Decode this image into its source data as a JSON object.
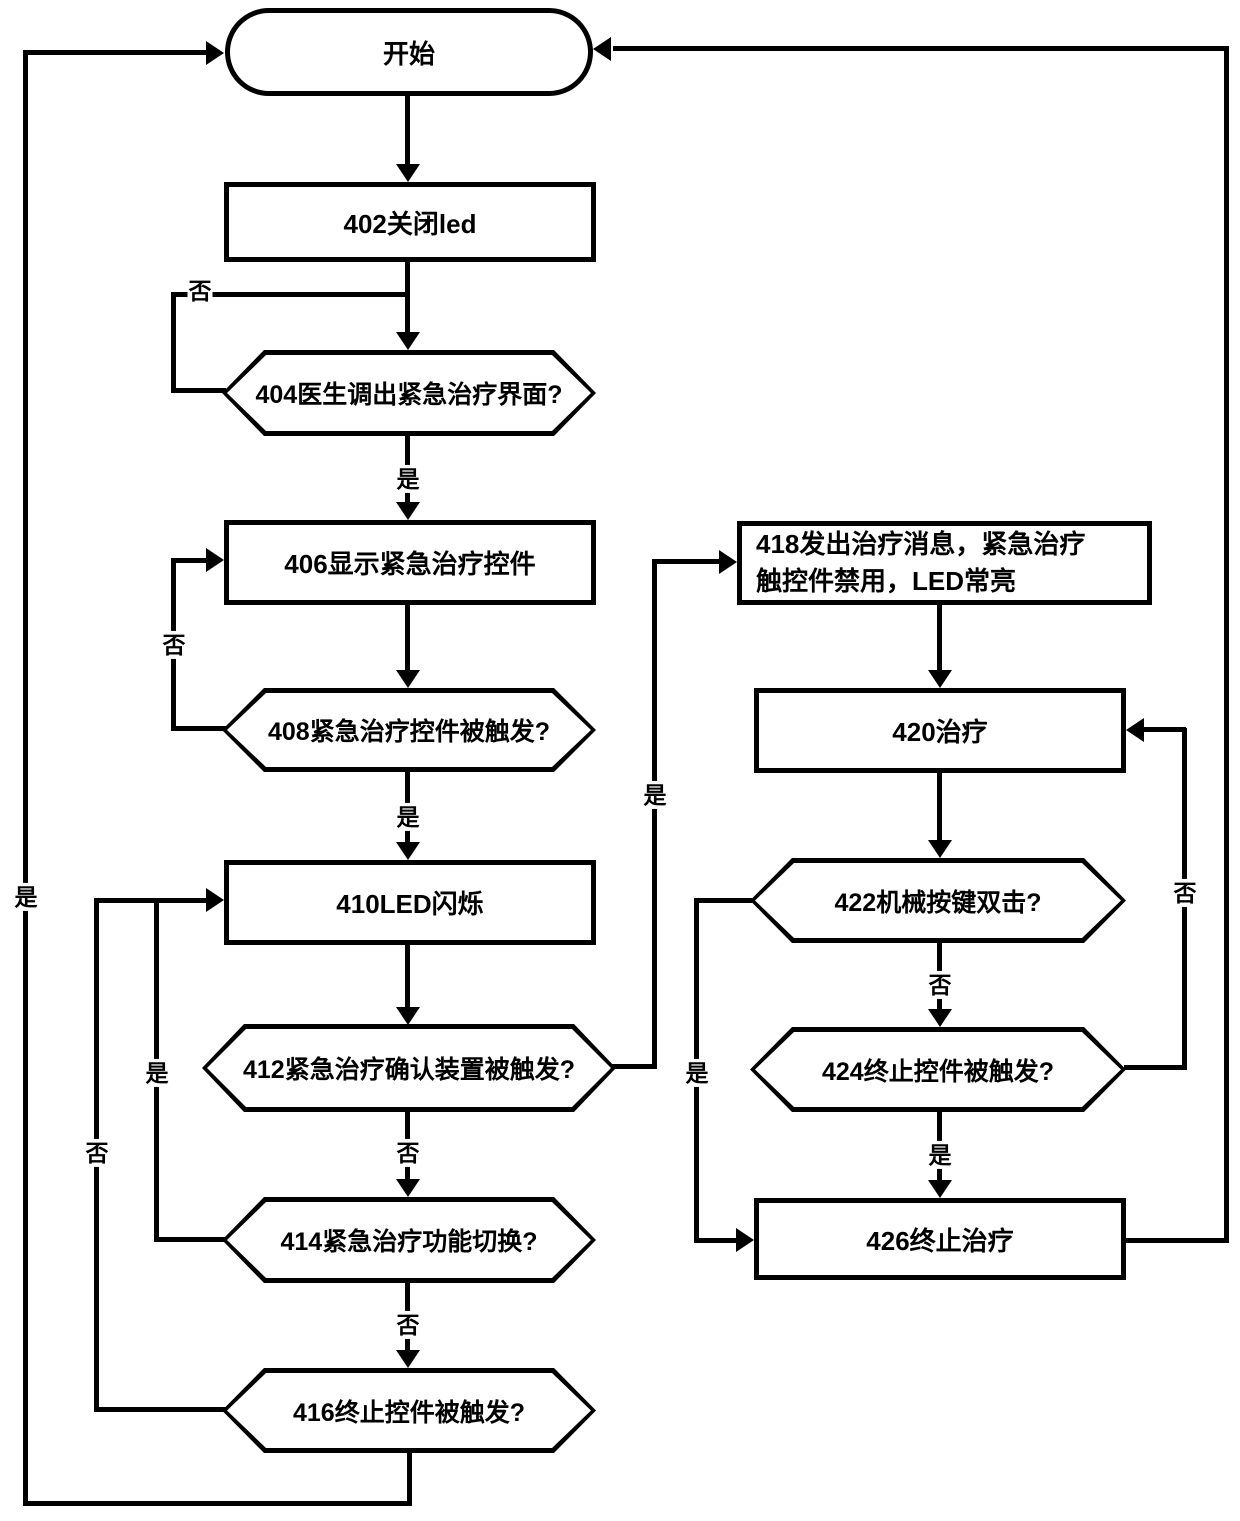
{
  "labels": {
    "yes": "是",
    "no": "否"
  },
  "nodes": {
    "start": {
      "type": "terminal",
      "label": "开始"
    },
    "n402": {
      "type": "process",
      "label": "402关闭led"
    },
    "n404": {
      "type": "decision",
      "label": "404医生调出紧急治疗界面?"
    },
    "n406": {
      "type": "process",
      "label": "406显示紧急治疗控件"
    },
    "n408": {
      "type": "decision",
      "label": "408紧急治疗控件被触发?"
    },
    "n410": {
      "type": "process",
      "label": "410LED闪烁"
    },
    "n412": {
      "type": "decision",
      "label": "412紧急治疗确认装置被触发?"
    },
    "n414": {
      "type": "decision",
      "label": "414紧急治疗功能切换?"
    },
    "n416": {
      "type": "decision",
      "label": "416终止控件被触发?"
    },
    "n418": {
      "type": "process",
      "label": "418发出治疗消息，紧急治疗触控件禁用，LED常亮",
      "label_line1": "418发出治疗消息，紧急治疗",
      "label_line2": "触控件禁用，LED常亮"
    },
    "n420": {
      "type": "process",
      "label": "420治疗"
    },
    "n422": {
      "type": "decision",
      "label": "422机械按键双击?"
    },
    "n424": {
      "type": "decision",
      "label": "424终止控件被触发?"
    },
    "n426": {
      "type": "process",
      "label": "426终止治疗"
    }
  },
  "edges": [
    {
      "from": "start",
      "to": "n402",
      "label": ""
    },
    {
      "from": "n402",
      "to": "n404",
      "label": ""
    },
    {
      "from": "n404",
      "to": "n404",
      "label": "否",
      "note": "loops back to its own input"
    },
    {
      "from": "n404",
      "to": "n406",
      "label": "是"
    },
    {
      "from": "n406",
      "to": "n408",
      "label": ""
    },
    {
      "from": "n408",
      "to": "n406",
      "label": "否"
    },
    {
      "from": "n408",
      "to": "n410",
      "label": "是"
    },
    {
      "from": "n410",
      "to": "n412",
      "label": ""
    },
    {
      "from": "n412",
      "to": "n418",
      "label": "是"
    },
    {
      "from": "n412",
      "to": "n414",
      "label": "否"
    },
    {
      "from": "n414",
      "to": "n410",
      "label": "是"
    },
    {
      "from": "n414",
      "to": "n416",
      "label": "否"
    },
    {
      "from": "n416",
      "to": "n410",
      "label": "否"
    },
    {
      "from": "n416",
      "to": "start",
      "label": "是"
    },
    {
      "from": "n418",
      "to": "n420",
      "label": ""
    },
    {
      "from": "n420",
      "to": "n422",
      "label": ""
    },
    {
      "from": "n422",
      "to": "n426",
      "label": "是"
    },
    {
      "from": "n422",
      "to": "n424",
      "label": "否"
    },
    {
      "from": "n424",
      "to": "n426",
      "label": "是"
    },
    {
      "from": "n424",
      "to": "n420",
      "label": "否"
    },
    {
      "from": "n426",
      "to": "start",
      "label": ""
    }
  ]
}
